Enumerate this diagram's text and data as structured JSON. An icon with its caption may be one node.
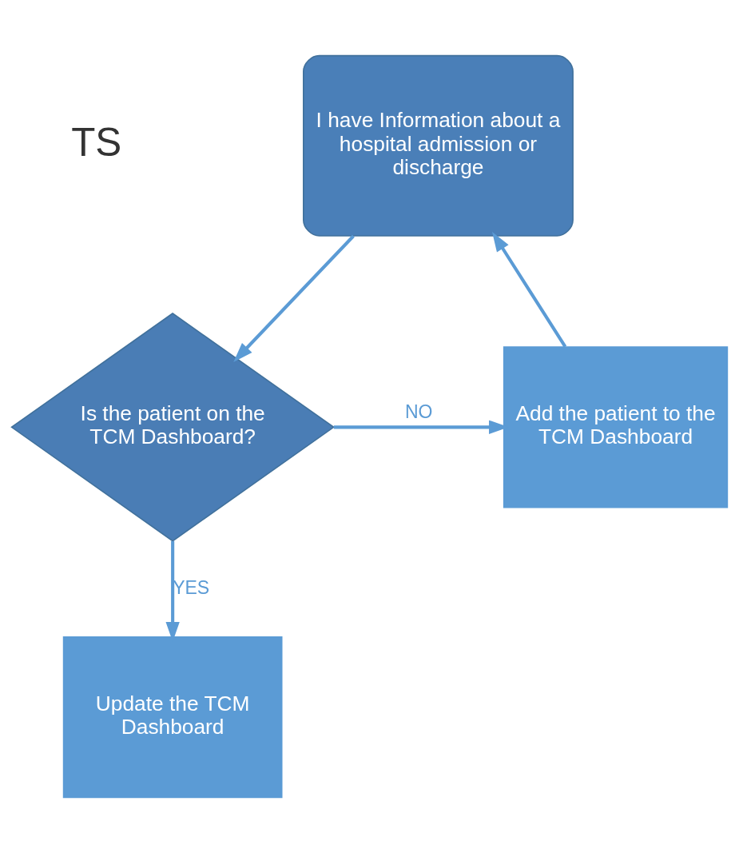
{
  "diagram": {
    "nodes": [
      {
        "text": [
          "I have Information about a hospital admission or discharge"
        ]
      },
      {
        "text": [
          "Is the patient on the TCM Dashboard?"
        ]
      },
      {
        "text": [
          "Add the patient to the TCM Dashboard"
        ]
      },
      {
        "text": [
          "Update the TCM Dashboard"
        ]
      }
    ],
    "edges": [
      {
        "from": 0,
        "to": 1,
        "arrow": "to"
      },
      {
        "from": 1,
        "to": 2,
        "arrow": "to",
        "label": "NO"
      },
      {
        "from": 1,
        "to": 3,
        "arrow": "to",
        "label": "YES"
      },
      {
        "from": 2,
        "to": 0,
        "arrow": "to"
      }
    ],
    "labels": [
      "TS"
    ]
  }
}
